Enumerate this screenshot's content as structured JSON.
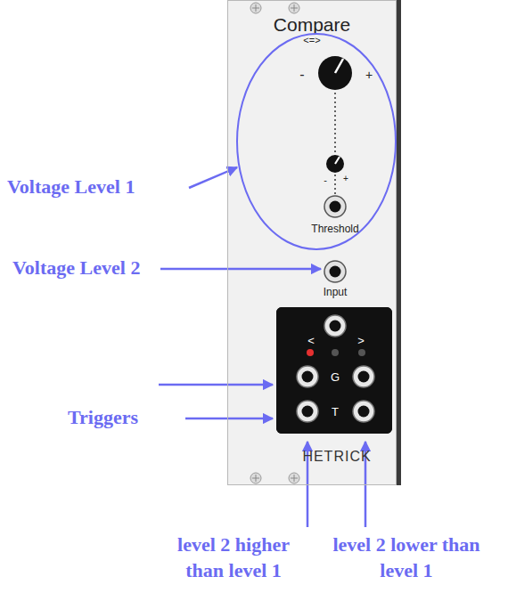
{
  "diagram": {
    "nodes": [
      {
        "text": [
          "Compare",
          "<=>",
          "HETRICK"
        ]
      },
      {
        "text": [
          "-",
          "+",
          "-",
          "+",
          "Threshold"
        ],
        "in": 0
      },
      {
        "text": [
          "<",
          ">",
          "G",
          "T"
        ],
        "in": 0
      }
    ],
    "labels": [
      "Voltage Level 1",
      "Voltage Level 2",
      "Input",
      "Triggers",
      "level 2 higher than level 1",
      "level 2 lower than level 1"
    ]
  }
}
